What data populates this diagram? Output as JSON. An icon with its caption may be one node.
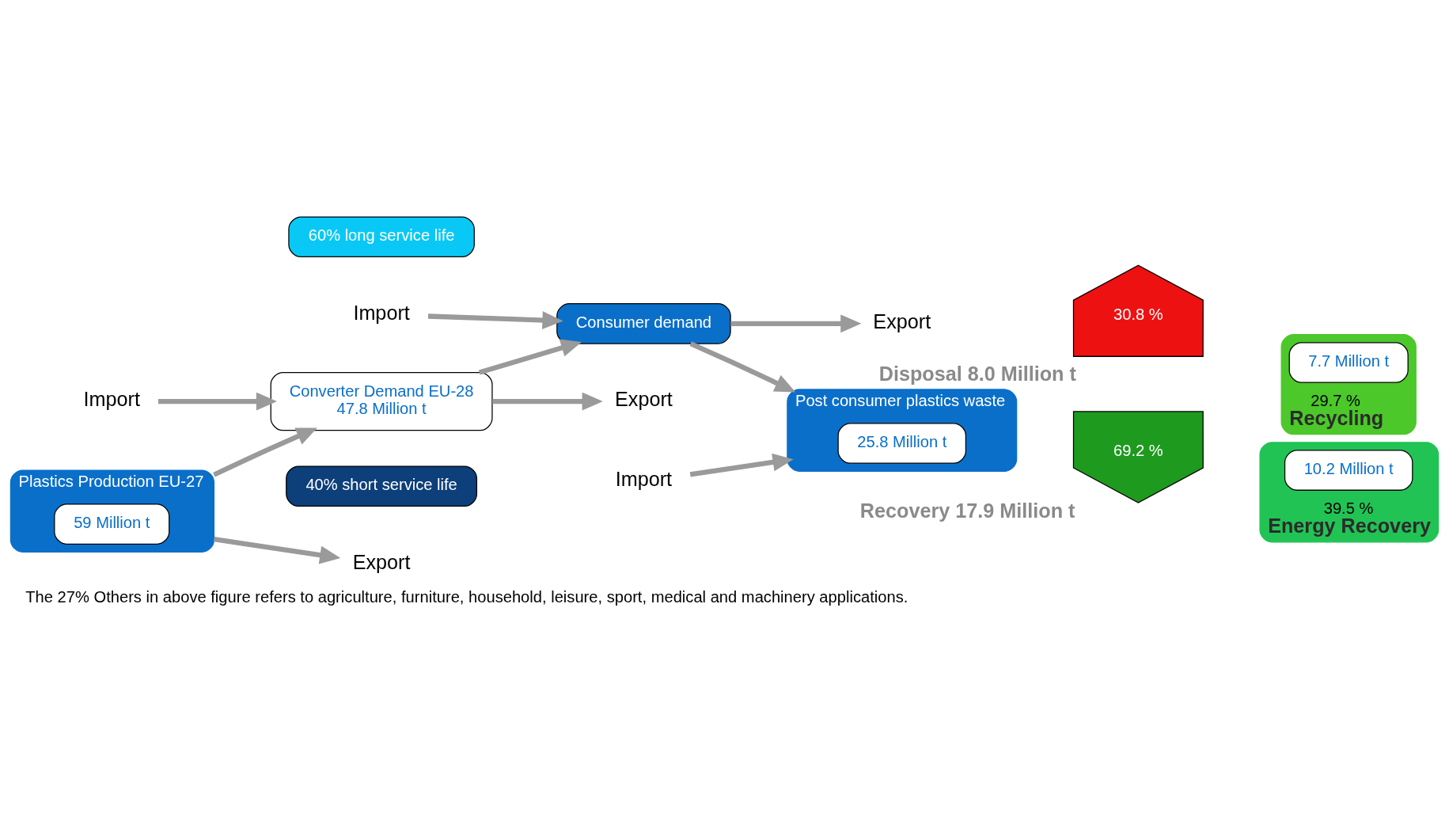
{
  "diagram": {
    "caption": "The 27% Others in above figure refers to agriculture, furniture, household, leisure, sport, medical and machinery applications.",
    "nodes": [
      {
        "text": [
          "Plastics Production EU-27"
        ]
      },
      {
        "text": [
          "59 Million t"
        ],
        "in": 0
      },
      {
        "text": [
          "60% long service life"
        ]
      },
      {
        "text": [
          "Converter Demand EU-28",
          "47.8 Million t"
        ]
      },
      {
        "text": [
          "40% short service life"
        ]
      },
      {
        "text": [
          "Export"
        ]
      },
      {
        "text": [
          "Import"
        ]
      },
      {
        "text": [
          "Consumer demand"
        ]
      },
      {
        "text": [
          "Export"
        ]
      },
      {
        "text": [
          "Import"
        ]
      },
      {
        "text": [
          "Post consumer plastics waste"
        ]
      },
      {
        "text": [
          "25.8 Million t"
        ],
        "in": 10
      },
      {
        "text": [
          "Export"
        ]
      },
      {
        "text": [
          "Import"
        ]
      },
      {
        "text": [
          "30.8 %"
        ],
        "beside": [
          "Disposal 8.0 Million t"
        ]
      },
      {
        "text": [
          "69.2 %"
        ],
        "beside": [
          "Recovery 17.9 Million t"
        ]
      },
      {
        "text": [
          "29.7 %"
        ],
        "beside": [
          "Recycling"
        ]
      },
      {
        "text": [
          "7.7 Million t"
        ],
        "in": 16
      },
      {
        "text": [
          "39.5 %"
        ],
        "beside": [
          "Energy Recovery"
        ]
      },
      {
        "text": [
          "10.2 Million t"
        ],
        "in": 18
      }
    ],
    "edges": [
      {
        "from": 0,
        "to": 5,
        "arrow": "to"
      },
      {
        "from": 0,
        "to": 3,
        "arrow": "to"
      },
      {
        "from": 6,
        "to": 3,
        "arrow": "to"
      },
      {
        "from": 3,
        "to": 8,
        "arrow": "to"
      },
      {
        "from": 3,
        "to": 7,
        "arrow": "to"
      },
      {
        "from": 9,
        "to": 7,
        "arrow": "to"
      },
      {
        "from": 7,
        "to": 12,
        "arrow": "to"
      },
      {
        "from": 7,
        "to": 10,
        "arrow": "to"
      },
      {
        "from": 13,
        "to": 10,
        "arrow": "to"
      }
    ]
  }
}
